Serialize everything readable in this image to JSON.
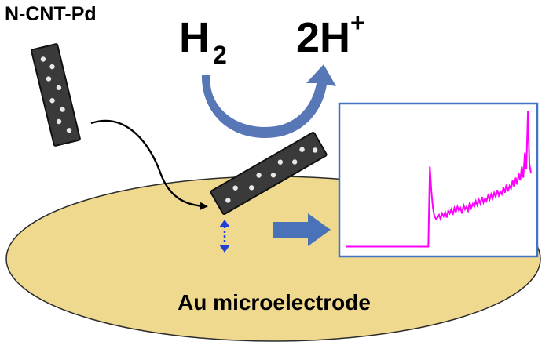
{
  "labels": {
    "material": "N-CNT-Pd",
    "reactant_main": "H",
    "reactant_subscript": "2",
    "product_main": "2H",
    "product_superscript": "+",
    "electrode": "Au microelectrode"
  },
  "colors": {
    "electrode_fill": "#efd98f",
    "electrode_stroke": "#2c2c2c",
    "nanotube_fill": "#3a3a3a",
    "nanotube_dots": "#e8e8e8",
    "reaction_arrow": "#5777b6",
    "signal_arrow": "#4a72b8",
    "hop_arrow": "#1f3fd8",
    "trace_color": "#ff00ff",
    "inset_border": "#4472c4"
  },
  "icons": {
    "reaction_arrow": "curved-arrow-icon",
    "signal_arrow": "block-arrow-right-icon",
    "landing_arrow": "curved-arrow-icon",
    "hop_arrow": "double-headed-arrow-icon"
  },
  "chart_data": {
    "type": "line",
    "title": "",
    "xlabel": "",
    "ylabel": "",
    "series": [
      {
        "values": [
          0.02,
          0.02,
          0.02,
          0.02,
          0.02,
          0.02,
          0.02,
          0.02,
          0.02,
          0.02,
          0.02,
          0.02,
          0.02,
          0.02,
          0.02,
          0.02,
          0.02,
          0.02,
          0.02,
          0.02,
          0.02,
          0.02,
          0.02,
          0.02,
          0.02,
          0.02,
          0.02,
          0.02,
          0.02,
          0.02,
          0.02,
          0.02,
          0.02,
          0.02,
          0.02,
          0.02,
          0.02,
          0.02,
          0.02,
          0.02,
          0.02,
          0.02,
          0.02,
          0.02,
          0.02,
          0.02,
          0.02,
          0.02,
          0.02,
          0.02,
          0.02,
          0.02,
          0.02,
          0.02,
          0.02,
          0.6,
          0.42,
          0.3,
          0.24,
          0.22,
          0.23,
          0.25,
          0.22,
          0.26,
          0.24,
          0.27,
          0.23,
          0.28,
          0.26,
          0.29,
          0.25,
          0.3,
          0.27,
          0.31,
          0.28,
          0.3,
          0.26,
          0.32,
          0.29,
          0.31,
          0.28,
          0.34,
          0.3,
          0.33,
          0.31,
          0.35,
          0.32,
          0.36,
          0.33,
          0.38,
          0.34,
          0.37,
          0.35,
          0.39,
          0.36,
          0.4,
          0.37,
          0.41,
          0.38,
          0.43,
          0.39,
          0.42,
          0.4,
          0.45,
          0.41,
          0.47,
          0.42,
          0.46,
          0.44,
          0.5,
          0.45,
          0.52,
          0.47,
          0.55,
          0.5,
          0.6,
          0.52,
          0.7,
          0.58,
          1.0,
          0.62,
          0.55
        ]
      }
    ],
    "grid": false,
    "axes_visible": false
  }
}
